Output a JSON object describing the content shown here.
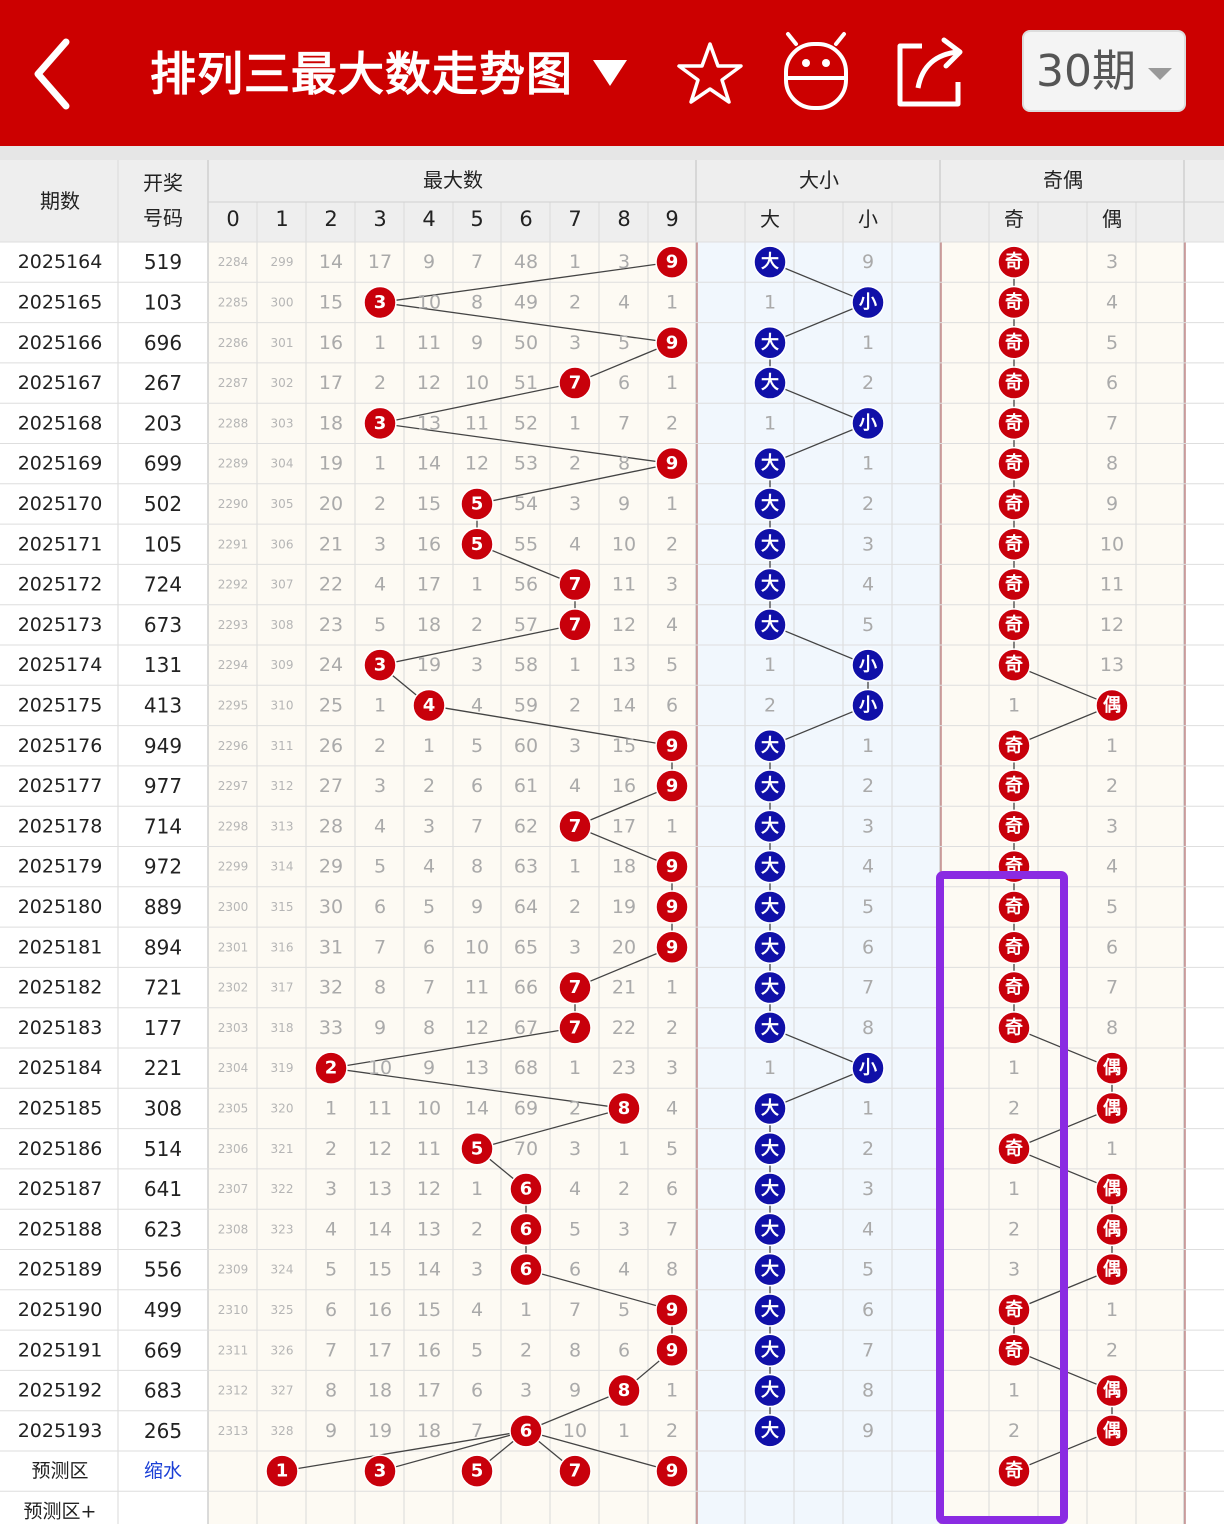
{
  "header": {
    "title": "排列三最大数走势图",
    "period_select": "30期",
    "colors": {
      "bar": "#cc0000",
      "ball_red": "#c8000b",
      "ball_blue": "#1010a8",
      "highlight_box": "#8a2be2"
    }
  },
  "table": {
    "col_headers": {
      "period": "期数",
      "draw_line1": "开奖",
      "draw_line2": "号码",
      "max_group": "最大数",
      "size_group": "大小",
      "parity_group": "奇偶",
      "digits": [
        "0",
        "1",
        "2",
        "3",
        "4",
        "5",
        "6",
        "7",
        "8",
        "9"
      ],
      "size_labels": [
        "大",
        "小"
      ],
      "parity_labels": [
        "奇",
        "偶"
      ]
    },
    "rows": [
      {
        "period": "2025164",
        "draw": "519",
        "max": 9,
        "omit": [
          2284,
          299,
          14,
          17,
          9,
          7,
          48,
          1,
          3,
          0
        ],
        "size": "大",
        "size_omit": [
          0,
          9
        ],
        "parity": "奇",
        "parity_omit": [
          0,
          3
        ]
      },
      {
        "period": "2025165",
        "draw": "103",
        "max": 3,
        "omit": [
          2285,
          300,
          15,
          0,
          10,
          8,
          49,
          2,
          4,
          1
        ],
        "size": "小",
        "size_omit": [
          1,
          0
        ],
        "parity": "奇",
        "parity_omit": [
          0,
          4
        ]
      },
      {
        "period": "2025166",
        "draw": "696",
        "max": 9,
        "omit": [
          2286,
          301,
          16,
          1,
          11,
          9,
          50,
          3,
          5,
          0
        ],
        "size": "大",
        "size_omit": [
          0,
          1
        ],
        "parity": "奇",
        "parity_omit": [
          0,
          5
        ]
      },
      {
        "period": "2025167",
        "draw": "267",
        "max": 7,
        "omit": [
          2287,
          302,
          17,
          2,
          12,
          10,
          51,
          0,
          6,
          1
        ],
        "size": "大",
        "size_omit": [
          0,
          2
        ],
        "parity": "奇",
        "parity_omit": [
          0,
          6
        ]
      },
      {
        "period": "2025168",
        "draw": "203",
        "max": 3,
        "omit": [
          2288,
          303,
          18,
          0,
          13,
          11,
          52,
          1,
          7,
          2
        ],
        "size": "小",
        "size_omit": [
          1,
          0
        ],
        "parity": "奇",
        "parity_omit": [
          0,
          7
        ]
      },
      {
        "period": "2025169",
        "draw": "699",
        "max": 9,
        "omit": [
          2289,
          304,
          19,
          1,
          14,
          12,
          53,
          2,
          8,
          0
        ],
        "size": "大",
        "size_omit": [
          0,
          1
        ],
        "parity": "奇",
        "parity_omit": [
          0,
          8
        ]
      },
      {
        "period": "2025170",
        "draw": "502",
        "max": 5,
        "omit": [
          2290,
          305,
          20,
          2,
          15,
          0,
          54,
          3,
          9,
          1
        ],
        "size": "大",
        "size_omit": [
          0,
          2
        ],
        "parity": "奇",
        "parity_omit": [
          0,
          9
        ]
      },
      {
        "period": "2025171",
        "draw": "105",
        "max": 5,
        "omit": [
          2291,
          306,
          21,
          3,
          16,
          0,
          55,
          4,
          10,
          2
        ],
        "size": "大",
        "size_omit": [
          0,
          3
        ],
        "parity": "奇",
        "parity_omit": [
          0,
          10
        ]
      },
      {
        "period": "2025172",
        "draw": "724",
        "max": 7,
        "omit": [
          2292,
          307,
          22,
          4,
          17,
          1,
          56,
          0,
          11,
          3
        ],
        "size": "大",
        "size_omit": [
          0,
          4
        ],
        "parity": "奇",
        "parity_omit": [
          0,
          11
        ]
      },
      {
        "period": "2025173",
        "draw": "673",
        "max": 7,
        "omit": [
          2293,
          308,
          23,
          5,
          18,
          2,
          57,
          0,
          12,
          4
        ],
        "size": "大",
        "size_omit": [
          0,
          5
        ],
        "parity": "奇",
        "parity_omit": [
          0,
          12
        ]
      },
      {
        "period": "2025174",
        "draw": "131",
        "max": 3,
        "omit": [
          2294,
          309,
          24,
          0,
          19,
          3,
          58,
          1,
          13,
          5
        ],
        "size": "小",
        "size_omit": [
          1,
          0
        ],
        "parity": "奇",
        "parity_omit": [
          0,
          13
        ]
      },
      {
        "period": "2025175",
        "draw": "413",
        "max": 4,
        "omit": [
          2295,
          310,
          25,
          1,
          0,
          4,
          59,
          2,
          14,
          6
        ],
        "size": "小",
        "size_omit": [
          2,
          0
        ],
        "parity": "偶",
        "parity_omit": [
          1,
          0
        ]
      },
      {
        "period": "2025176",
        "draw": "949",
        "max": 9,
        "omit": [
          2296,
          311,
          26,
          2,
          1,
          5,
          60,
          3,
          15,
          0
        ],
        "size": "大",
        "size_omit": [
          0,
          1
        ],
        "parity": "奇",
        "parity_omit": [
          0,
          1
        ]
      },
      {
        "period": "2025177",
        "draw": "977",
        "max": 9,
        "omit": [
          2297,
          312,
          27,
          3,
          2,
          6,
          61,
          4,
          16,
          0
        ],
        "size": "大",
        "size_omit": [
          0,
          2
        ],
        "parity": "奇",
        "parity_omit": [
          0,
          2
        ]
      },
      {
        "period": "2025178",
        "draw": "714",
        "max": 7,
        "omit": [
          2298,
          313,
          28,
          4,
          3,
          7,
          62,
          0,
          17,
          1
        ],
        "size": "大",
        "size_omit": [
          0,
          3
        ],
        "parity": "奇",
        "parity_omit": [
          0,
          3
        ]
      },
      {
        "period": "2025179",
        "draw": "972",
        "max": 9,
        "omit": [
          2299,
          314,
          29,
          5,
          4,
          8,
          63,
          1,
          18,
          0
        ],
        "size": "大",
        "size_omit": [
          0,
          4
        ],
        "parity": "奇",
        "parity_omit": [
          0,
          4
        ]
      },
      {
        "period": "2025180",
        "draw": "889",
        "max": 9,
        "omit": [
          2300,
          315,
          30,
          6,
          5,
          9,
          64,
          2,
          19,
          0
        ],
        "size": "大",
        "size_omit": [
          0,
          5
        ],
        "parity": "奇",
        "parity_omit": [
          0,
          5
        ]
      },
      {
        "period": "2025181",
        "draw": "894",
        "max": 9,
        "omit": [
          2301,
          316,
          31,
          7,
          6,
          10,
          65,
          3,
          20,
          0
        ],
        "size": "大",
        "size_omit": [
          0,
          6
        ],
        "parity": "奇",
        "parity_omit": [
          0,
          6
        ]
      },
      {
        "period": "2025182",
        "draw": "721",
        "max": 7,
        "omit": [
          2302,
          317,
          32,
          8,
          7,
          11,
          66,
          0,
          21,
          1
        ],
        "size": "大",
        "size_omit": [
          0,
          7
        ],
        "parity": "奇",
        "parity_omit": [
          0,
          7
        ]
      },
      {
        "period": "2025183",
        "draw": "177",
        "max": 7,
        "omit": [
          2303,
          318,
          33,
          9,
          8,
          12,
          67,
          0,
          22,
          2
        ],
        "size": "大",
        "size_omit": [
          0,
          8
        ],
        "parity": "奇",
        "parity_omit": [
          0,
          8
        ]
      },
      {
        "period": "2025184",
        "draw": "221",
        "max": 2,
        "omit": [
          2304,
          319,
          0,
          10,
          9,
          13,
          68,
          1,
          23,
          3
        ],
        "size": "小",
        "size_omit": [
          1,
          0
        ],
        "parity": "偶",
        "parity_omit": [
          1,
          0
        ]
      },
      {
        "period": "2025185",
        "draw": "308",
        "max": 8,
        "omit": [
          2305,
          320,
          1,
          11,
          10,
          14,
          69,
          2,
          0,
          4
        ],
        "size": "大",
        "size_omit": [
          0,
          1
        ],
        "parity": "偶",
        "parity_omit": [
          2,
          0
        ]
      },
      {
        "period": "2025186",
        "draw": "514",
        "max": 5,
        "omit": [
          2306,
          321,
          2,
          12,
          11,
          0,
          70,
          3,
          1,
          5
        ],
        "size": "大",
        "size_omit": [
          0,
          2
        ],
        "parity": "奇",
        "parity_omit": [
          0,
          1
        ]
      },
      {
        "period": "2025187",
        "draw": "641",
        "max": 6,
        "omit": [
          2307,
          322,
          3,
          13,
          12,
          1,
          0,
          4,
          2,
          6
        ],
        "size": "大",
        "size_omit": [
          0,
          3
        ],
        "parity": "偶",
        "parity_omit": [
          1,
          0
        ]
      },
      {
        "period": "2025188",
        "draw": "623",
        "max": 6,
        "omit": [
          2308,
          323,
          4,
          14,
          13,
          2,
          0,
          5,
          3,
          7
        ],
        "size": "大",
        "size_omit": [
          0,
          4
        ],
        "parity": "偶",
        "parity_omit": [
          2,
          0
        ]
      },
      {
        "period": "2025189",
        "draw": "556",
        "max": 6,
        "omit": [
          2309,
          324,
          5,
          15,
          14,
          3,
          0,
          6,
          4,
          8
        ],
        "size": "大",
        "size_omit": [
          0,
          5
        ],
        "parity": "偶",
        "parity_omit": [
          3,
          0
        ]
      },
      {
        "period": "2025190",
        "draw": "499",
        "max": 9,
        "omit": [
          2310,
          325,
          6,
          16,
          15,
          4,
          1,
          7,
          5,
          0
        ],
        "size": "大",
        "size_omit": [
          0,
          6
        ],
        "parity": "奇",
        "parity_omit": [
          0,
          1
        ]
      },
      {
        "period": "2025191",
        "draw": "669",
        "max": 9,
        "omit": [
          2311,
          326,
          7,
          17,
          16,
          5,
          2,
          8,
          6,
          0
        ],
        "size": "大",
        "size_omit": [
          0,
          7
        ],
        "parity": "奇",
        "parity_omit": [
          0,
          2
        ]
      },
      {
        "period": "2025192",
        "draw": "683",
        "max": 8,
        "omit": [
          2312,
          327,
          8,
          18,
          17,
          6,
          3,
          9,
          0,
          1
        ],
        "size": "大",
        "size_omit": [
          0,
          8
        ],
        "parity": "偶",
        "parity_omit": [
          1,
          0
        ]
      },
      {
        "period": "2025193",
        "draw": "265",
        "max": 6,
        "omit": [
          2313,
          328,
          9,
          19,
          18,
          7,
          0,
          10,
          1,
          2
        ],
        "size": "大",
        "size_omit": [
          0,
          9
        ],
        "parity": "偶",
        "parity_omit": [
          2,
          0
        ]
      }
    ],
    "predict": {
      "label": "预测区",
      "shrink_label": "缩水",
      "balls": [
        1,
        3,
        5,
        7,
        9
      ],
      "parity_ball": "奇"
    },
    "predict_plus": {
      "label": "预测区+"
    }
  }
}
